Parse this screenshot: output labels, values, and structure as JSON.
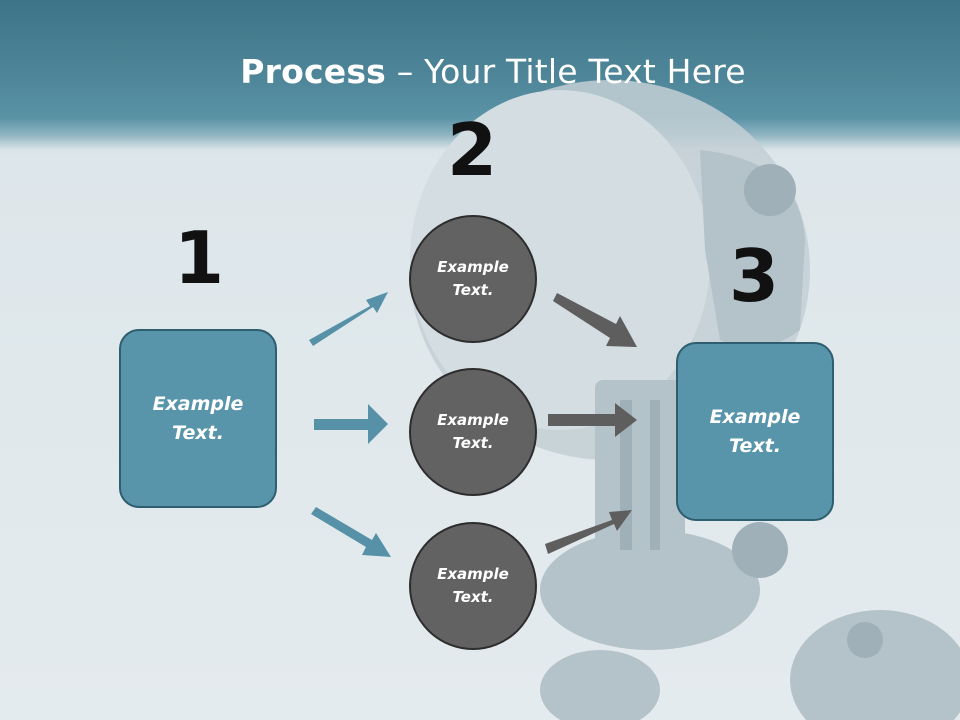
{
  "slide": {
    "title_bold": "Process",
    "title_rest": " – Your Title Text Here"
  },
  "steps": {
    "one": {
      "number": "1",
      "text_line1": "Example",
      "text_line2": "Text."
    },
    "two": {
      "number": "2",
      "circles": [
        {
          "text_line1": "Example",
          "text_line2": "Text."
        },
        {
          "text_line1": "Example",
          "text_line2": "Text."
        },
        {
          "text_line1": "Example",
          "text_line2": "Text."
        }
      ]
    },
    "three": {
      "number": "3",
      "text_line1": "Example",
      "text_line2": "Text."
    }
  },
  "colors": {
    "header": "#4f8699",
    "box_fill": "#5894aa",
    "circle_fill": "#626262",
    "blue_arrow": "#5791a7",
    "gray_arrow": "#5e5e5e"
  }
}
